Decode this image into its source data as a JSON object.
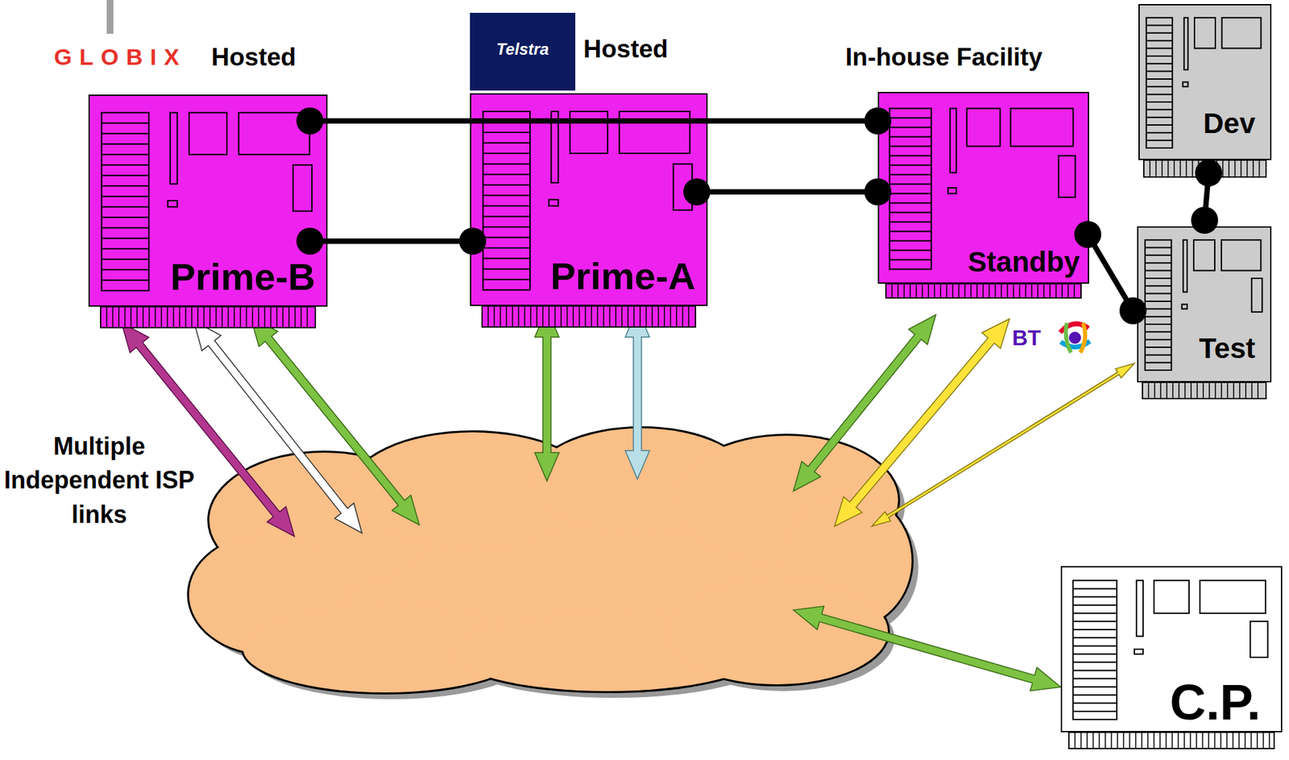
{
  "diagram": {
    "nodes": [
      {
        "text": [
          "Prime-B"
        ]
      },
      {
        "text": [
          "Prime-A"
        ]
      },
      {
        "text": [
          "Standby"
        ]
      },
      {
        "text": [
          "Dev"
        ]
      },
      {
        "text": [
          "Test"
        ]
      },
      {
        "text": [
          "C.P."
        ]
      }
    ],
    "edges": [
      {
        "from": 0,
        "to": 2,
        "arrow": "none"
      },
      {
        "from": 0,
        "to": 1,
        "arrow": "none"
      },
      {
        "from": 1,
        "to": 2,
        "arrow": "none"
      },
      {
        "from": 2,
        "to": 4,
        "arrow": "none"
      },
      {
        "from": 3,
        "to": 4,
        "arrow": "none"
      }
    ],
    "labels": [
      "GLOBIX",
      "Hosted",
      "Telstra",
      "Hosted",
      "In-house Facility",
      "BT",
      "Multiple Independent ISP links"
    ]
  }
}
